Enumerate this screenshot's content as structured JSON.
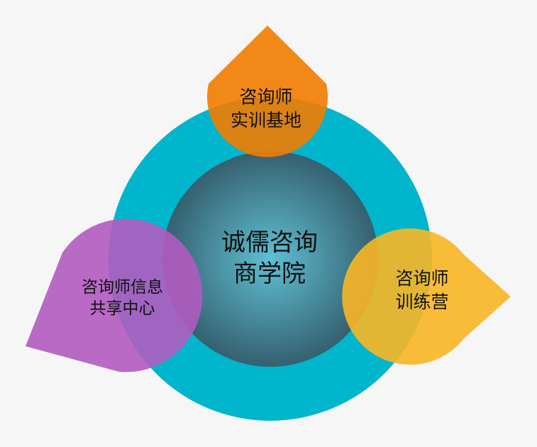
{
  "diagram": {
    "center": {
      "lines": [
        "诚儒咨询",
        "商学院"
      ],
      "color_outer": "#35606f",
      "color_inner": "#5fc0d4"
    },
    "ring": {
      "color": "#00b5cc"
    },
    "top_petal": {
      "lines": [
        "咨询师",
        "实训基地"
      ],
      "color": "#f27c00"
    },
    "left_petal": {
      "lines": [
        "咨询师信息",
        "共享中心"
      ],
      "color": "#b15bc0"
    },
    "right_petal": {
      "lines": [
        "咨询师",
        "训练营"
      ],
      "color": "#f9b625"
    }
  }
}
